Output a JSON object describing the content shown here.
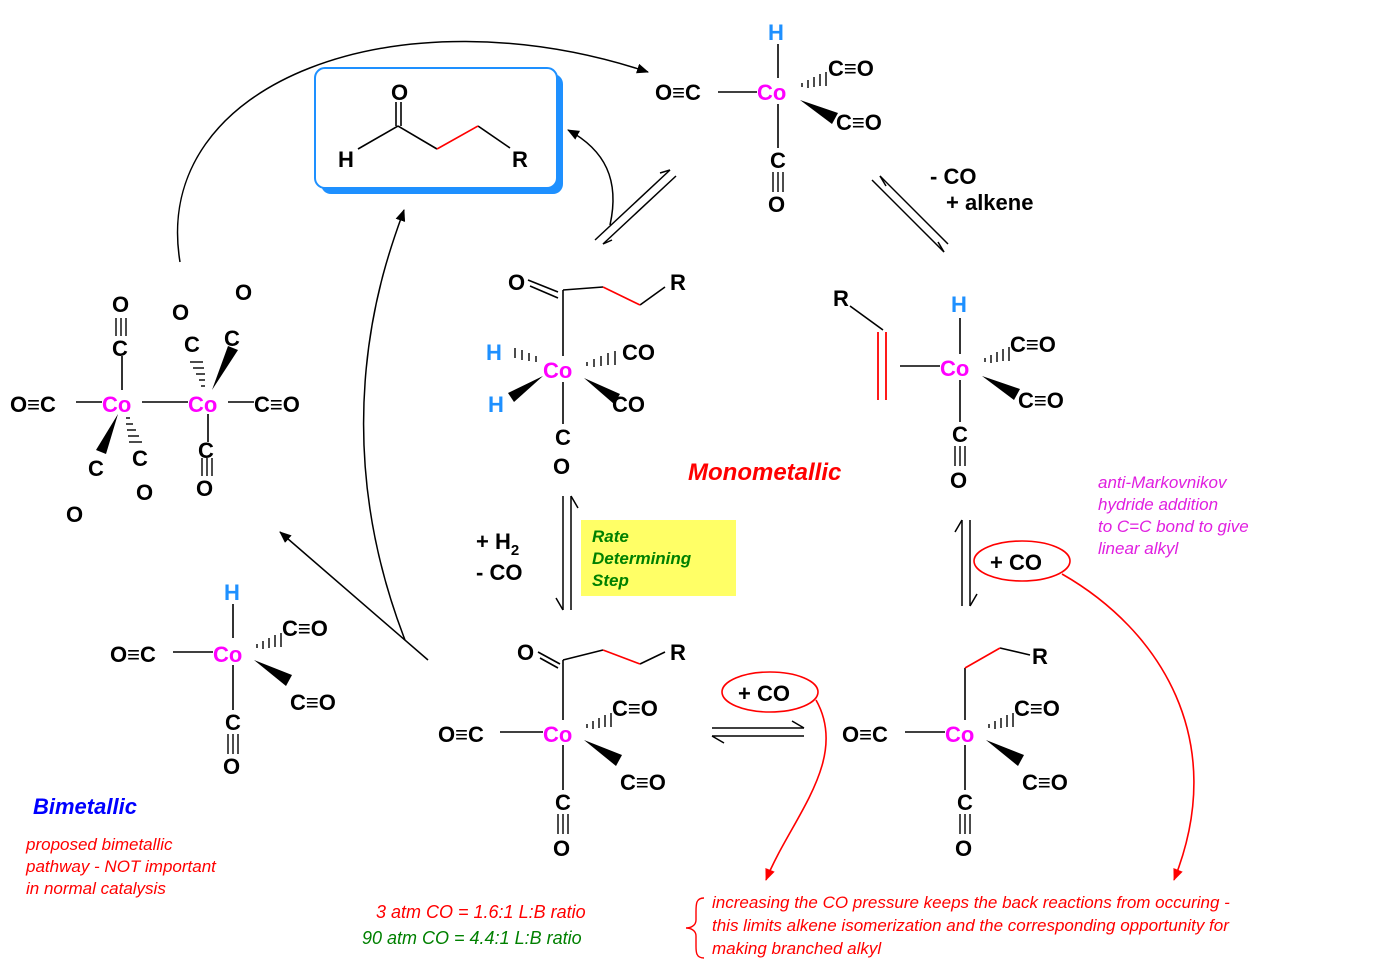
{
  "colors": {
    "bond": "#000000",
    "co_atom": "#ff00ff",
    "hydrogen": "#1e90ff",
    "highlight_bond": "#ff0000",
    "red_text": "#ff0000",
    "magenta_text": "#e020e0",
    "green_text": "#008000",
    "blue_text": "#0000ff",
    "rds_box": "#ffff66",
    "product_box_border": "#1e90ff"
  },
  "atoms": {
    "cobalt": "Co",
    "hydrogen": "H",
    "oxygen": "O",
    "carbon": "C",
    "r_group": "R",
    "carbonyl_left": "O≡C",
    "carbonyl_right": "C≡O"
  },
  "labels": {
    "monometallic": "Monometallic",
    "bimetallic": "Bimetallic",
    "bimetallic_note": [
      "proposed bimetallic",
      "pathway - NOT important",
      "in normal catalysis"
    ],
    "rds": [
      "Rate",
      "Determining",
      "Step"
    ],
    "h2_step": [
      "+ H",
      "2",
      "- CO"
    ],
    "alkene_step": [
      "- CO",
      "+ alkene"
    ],
    "plus_co": "+ CO",
    "anti_markovnikov": [
      "anti-Markovnikov",
      "hydride addition",
      "to C=C bond to give",
      "linear alkyl"
    ],
    "ratio_3atm": "3 atm CO = 1.6:1 L:B ratio",
    "ratio_90atm": "90 atm CO = 4.4:1 L:B ratio",
    "pressure_note": [
      "increasing the CO pressure keeps the back reactions from occuring -",
      "this limits alkene isomerization and the corresponding opportunity for",
      "making branched  alkyl"
    ]
  }
}
